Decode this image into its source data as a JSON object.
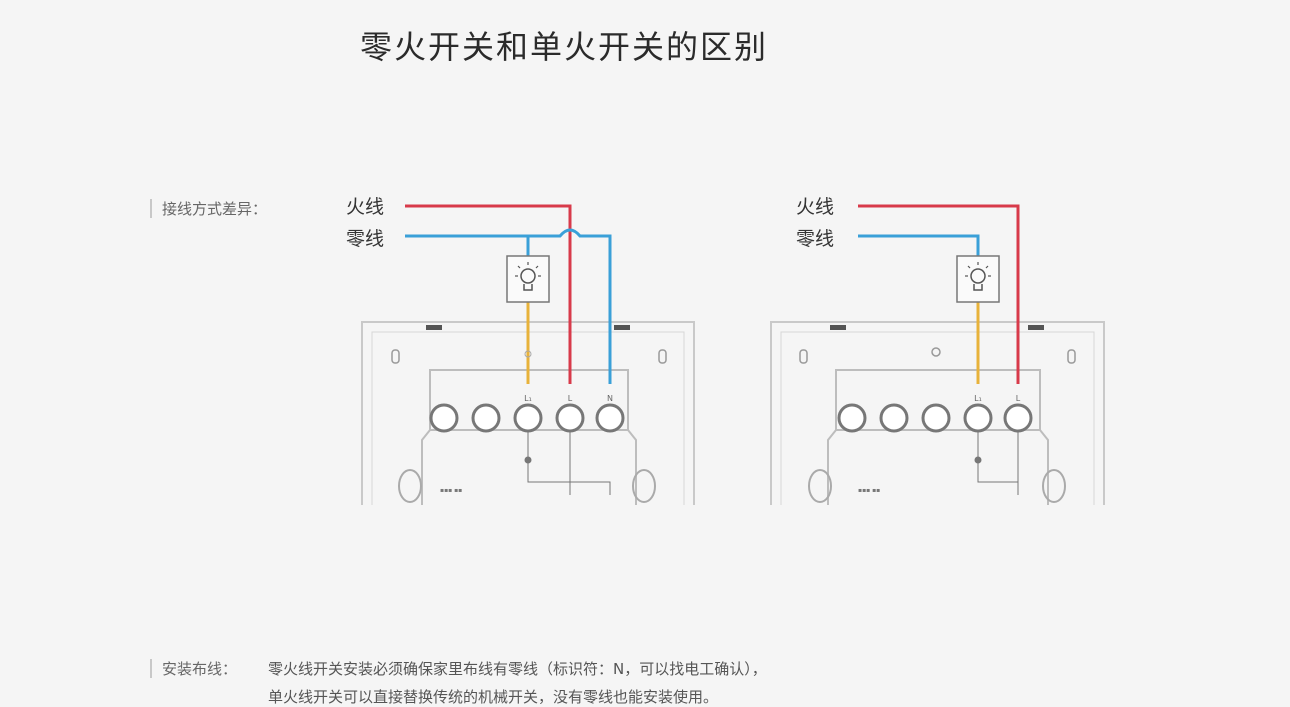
{
  "title": "零火开关和单火开关的区别",
  "wiring_section": {
    "label": "接线方式差异："
  },
  "left_diagram": {
    "fire_label": "火线",
    "neutral_label": "零线",
    "terminal_labels": [
      "L₁",
      "L",
      "N"
    ]
  },
  "right_diagram": {
    "fire_label": "火线",
    "neutral_label": "零线",
    "terminal_labels": [
      "L₁",
      "L"
    ]
  },
  "install_section": {
    "label": "安装布线：",
    "line1": "零火线开关安装必须确保家里布线有零线（标识符：N，可以找电工确认），",
    "line2": "单火线开关可以直接替换传统的机械开关，没有零线也能安装使用。"
  },
  "colors": {
    "fire": "#d83a4a",
    "neutral": "#3aa0d8",
    "load": "#e8b23a"
  }
}
